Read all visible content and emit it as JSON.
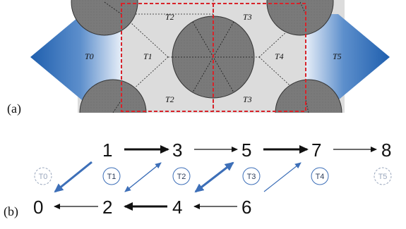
{
  "panel_a": {
    "label": "(a)",
    "regions": [
      "T0",
      "T1",
      "T2",
      "T2",
      "T3",
      "T3",
      "T4",
      "T5"
    ]
  },
  "panel_b": {
    "label": "(b)",
    "states": [
      "0",
      "1",
      "2",
      "3",
      "4",
      "5",
      "6",
      "7",
      "8"
    ],
    "transitions": [
      "T0",
      "T1",
      "T2",
      "T3",
      "T4",
      "T5"
    ]
  },
  "colors": {
    "arrow_blue": "#3d6fb8",
    "circle_gray": "#7b7b7b",
    "region_light": "#dcdcdc",
    "dashed_red": "#d8232a"
  }
}
